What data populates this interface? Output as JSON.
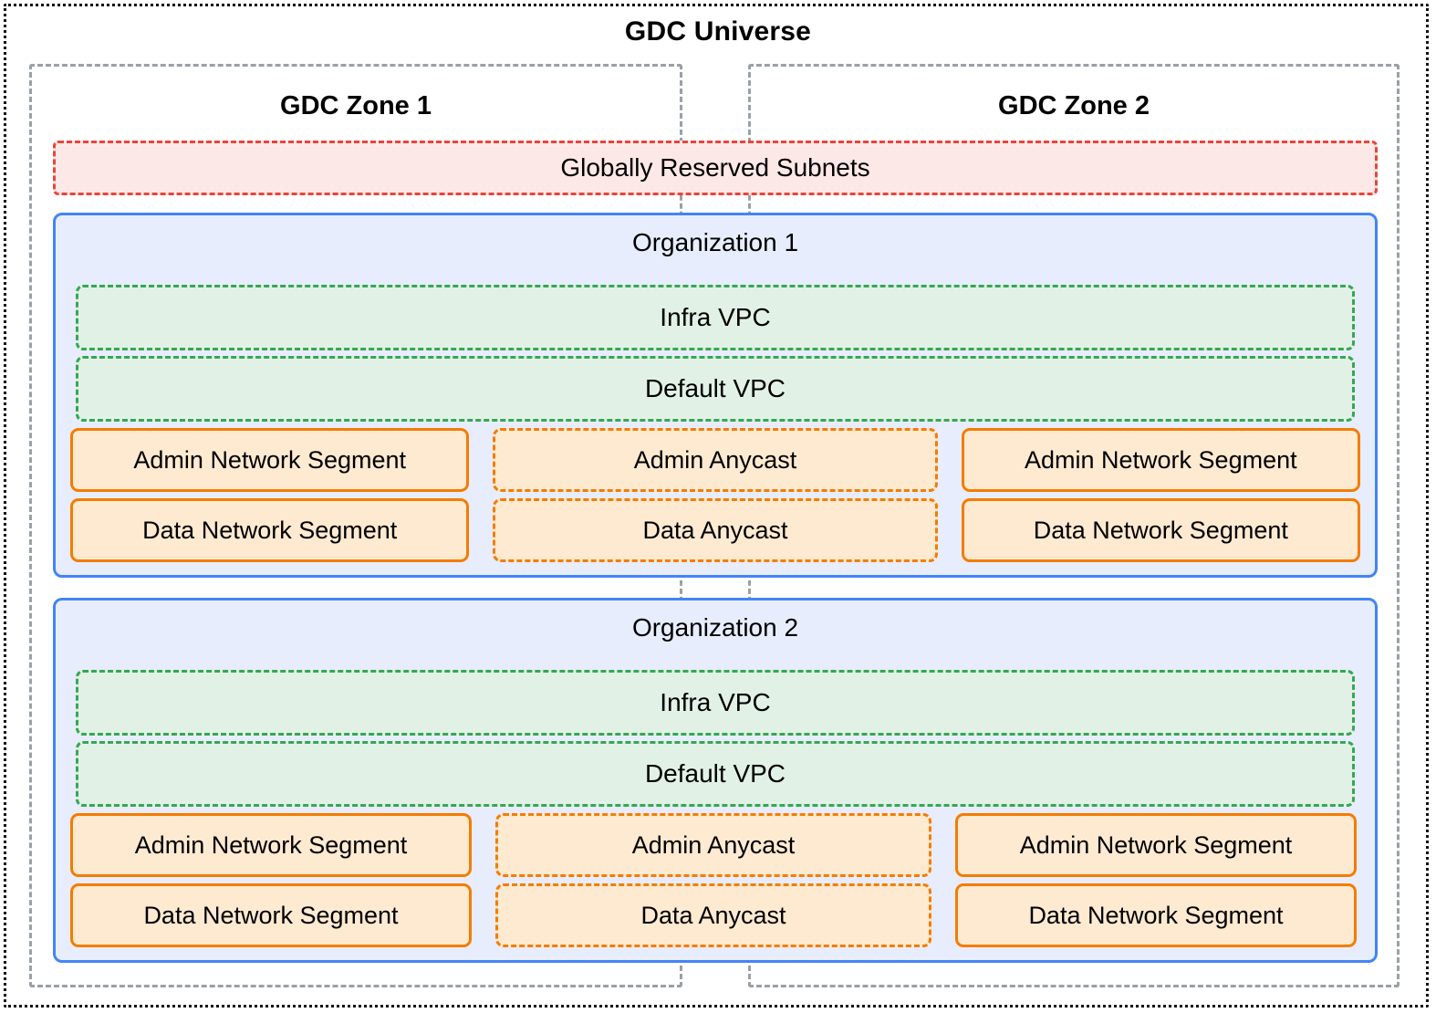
{
  "universe": {
    "title": "GDC Universe"
  },
  "zones": [
    {
      "title": "GDC Zone 1"
    },
    {
      "title": "GDC Zone 2"
    }
  ],
  "globally_reserved_subnets": {
    "label": "Globally Reserved Subnets"
  },
  "organizations": [
    {
      "title": "Organization 1",
      "vpcs": [
        {
          "label": "Infra VPC"
        },
        {
          "label": "Default VPC"
        }
      ],
      "rows": [
        {
          "zone1": "Admin Network Segment",
          "shared": "Admin Anycast",
          "zone2": "Admin Network Segment"
        },
        {
          "zone1": "Data Network Segment",
          "shared": "Data Anycast",
          "zone2": "Data Network Segment"
        }
      ]
    },
    {
      "title": "Organization 2",
      "vpcs": [
        {
          "label": "Infra VPC"
        },
        {
          "label": "Default VPC"
        }
      ],
      "rows": [
        {
          "zone1": "Admin Network Segment",
          "shared": "Admin Anycast",
          "zone2": "Admin Network Segment"
        },
        {
          "zone1": "Data Network Segment",
          "shared": "Data Anycast",
          "zone2": "Data Network Segment"
        }
      ]
    }
  ],
  "colors": {
    "universe_border": "#111111",
    "zone_border": "#9aa0a6",
    "reserved_fill": "#fce8e6",
    "reserved_border": "#e8453c",
    "org_fill": "#e8edfd",
    "org_border": "#4285f4",
    "vpc_fill": "#e2f1e6",
    "vpc_border": "#34a853",
    "segment_fill": "#fdead1",
    "segment_border": "#f57c00"
  }
}
